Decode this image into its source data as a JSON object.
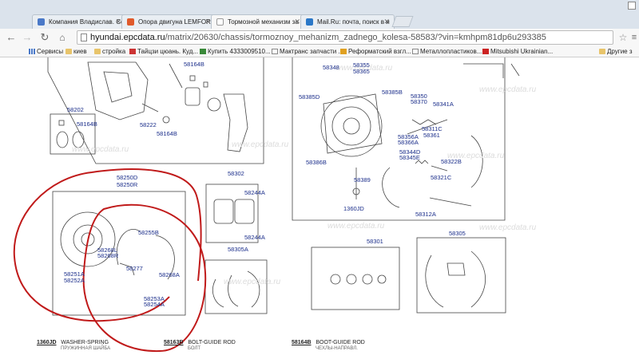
{
  "browser": {
    "tabs": [
      {
        "label": "Компания Владислав. Се",
        "icon_color": "#4a79c8"
      },
      {
        "label": "Опора двигуна LEMFORD",
        "icon_color": "#e05a2b"
      },
      {
        "label": "Тормозной механизм за",
        "icon_color": "#ffffff"
      },
      {
        "label": "Mail.Ru: почта, поиск в и",
        "icon_color": "#2a78c8"
      }
    ],
    "url_host": "hyundai.epcdata.ru",
    "url_path": "/matrix/20630/chassis/tormoznoy_mehanizm_zadnego_kolesa-58583/?vin=kmhpm81dp6u293385",
    "bookmarks": [
      {
        "label": "Сервисы",
        "icon": "apps-icon"
      },
      {
        "label": "киев",
        "icon": "folder-icon"
      },
      {
        "label": "стройка",
        "icon": "folder-icon"
      },
      {
        "label": "Тайцзи цюань. Куд...",
        "icon": "page-icon"
      },
      {
        "label": "Купить 4333009510...",
        "icon": "page-icon"
      },
      {
        "label": "Мактранс запчасти ...",
        "icon": "page-icon"
      },
      {
        "label": "Реформатский взгл...",
        "icon": "page-icon"
      },
      {
        "label": "Металлопластиков...",
        "icon": "page-icon"
      },
      {
        "label": "Mitsubishi Ukrainian...",
        "icon": "page-icon"
      }
    ],
    "other_bookmarks": "Другие з"
  },
  "diagram": {
    "labels": {
      "p58164B_top": "58164B",
      "p58202": "58202",
      "p58164B_left": "58164B",
      "p58222": "58222",
      "p58164B_mid": "58164B",
      "p58250D": "58250D",
      "p58250R": "58250R",
      "p58302": "58302",
      "p58244A_1": "58244A",
      "p58244A_2": "58244A",
      "p58305A": "58305A",
      "p58255B": "58255B",
      "p58268L": "58268L",
      "p58268R": "58268R",
      "p58277": "58277",
      "p58268A": "58268A",
      "p58251A": "58251A",
      "p58252A": "58252A",
      "p58253A": "58253A",
      "p58254A": "58254A",
      "p58348": "58348",
      "p58355": "58355",
      "p58365": "58365",
      "p58385D": "58385D",
      "p58385B": "58385B",
      "p58350": "58350",
      "p58370": "58370",
      "p58341A": "58341A",
      "p58311C": "58311C",
      "p58361": "58361",
      "p58356A": "58356A",
      "p58366A": "58366A",
      "p58344D": "58344D",
      "p58345E": "58345E",
      "p58322B": "58322B",
      "p58321C": "58321C",
      "p58386B": "58386B",
      "p58389": "58389",
      "p1360JD": "1360JD",
      "p58312A": "58312A",
      "p58301": "58301",
      "p58305": "58305"
    },
    "watermark": "www.epcdata.ru"
  },
  "parts_list": [
    {
      "code": "1360JD",
      "name": "WASHER-SPRING",
      "name_ru": "ПРУЖИННАЯ ШАЙБА"
    },
    {
      "code": "58163B",
      "name": "BOLT-GUIDE ROD",
      "name_ru": "БОЛТ"
    },
    {
      "code": "58164B",
      "name": "BOOT-GUIDE ROD",
      "name_ru": "ЧЕХЛЫ-НАПРАВЛ."
    }
  ]
}
